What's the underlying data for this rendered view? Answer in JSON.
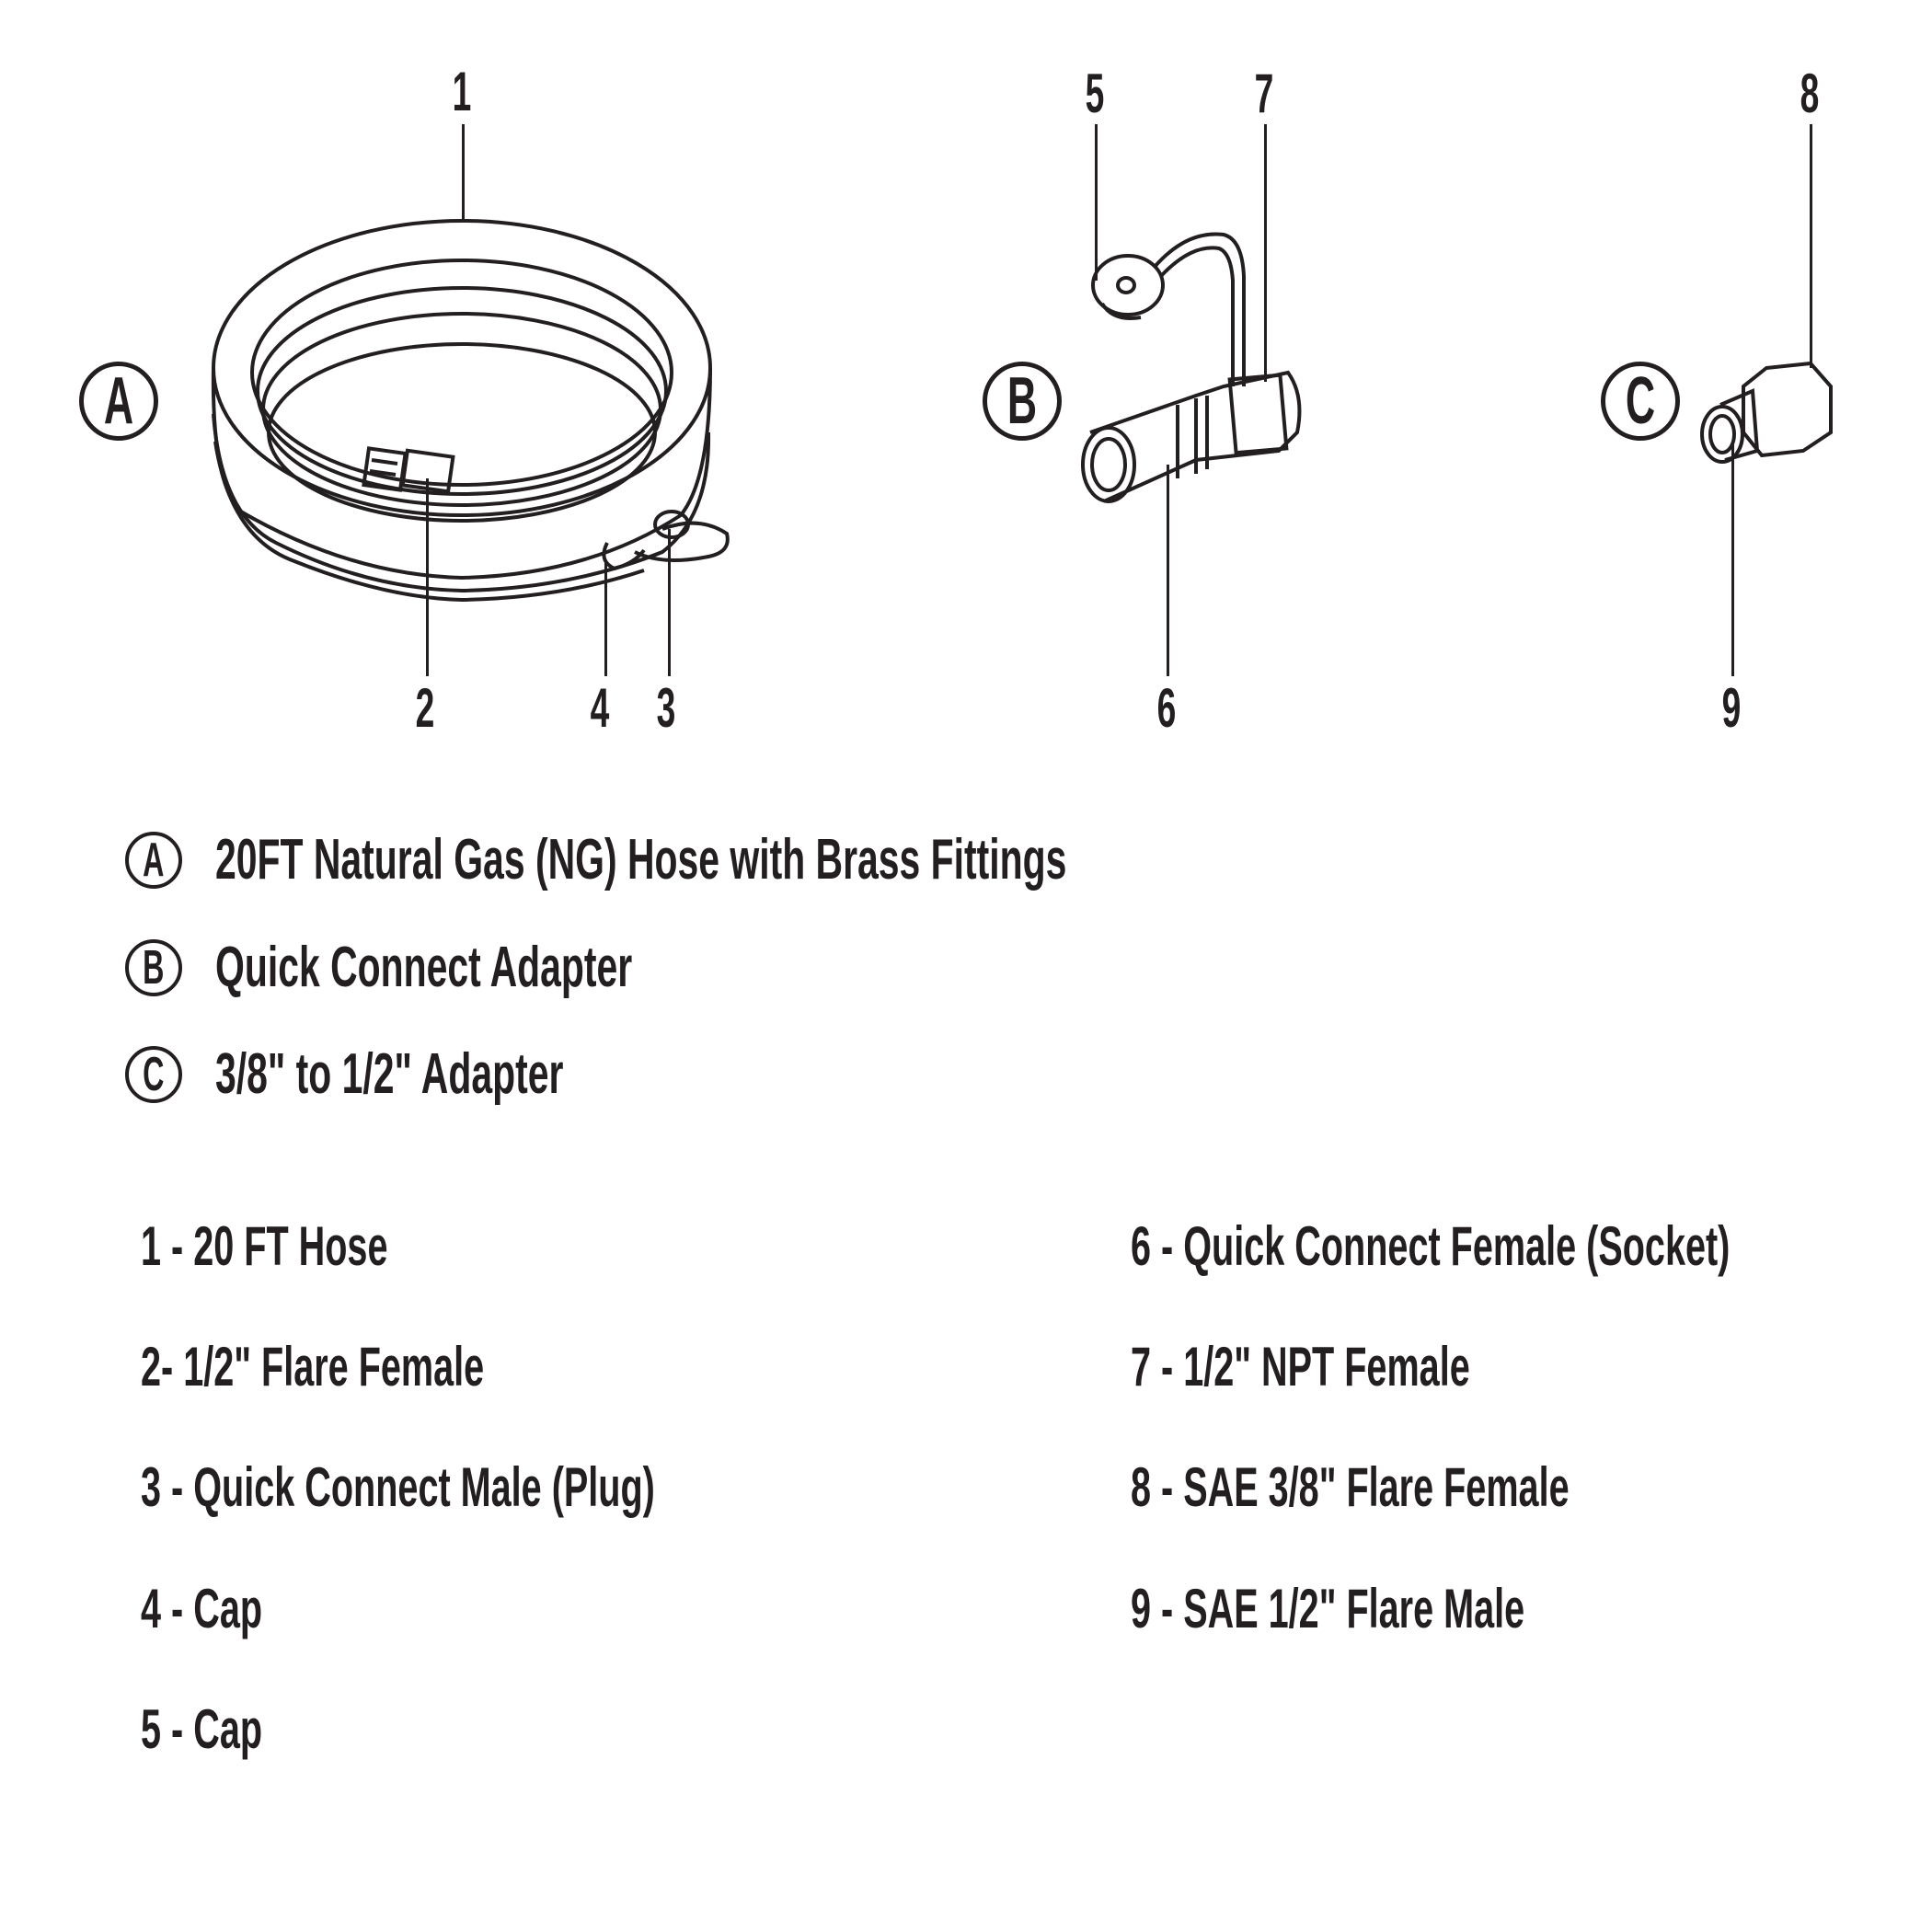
{
  "diagram": {
    "groups": [
      {
        "id": "A",
        "label": "A"
      },
      {
        "id": "B",
        "label": "B"
      },
      {
        "id": "C",
        "label": "C"
      }
    ],
    "callouts": {
      "n1": "1",
      "n2": "2",
      "n3": "3",
      "n4": "4",
      "n5": "5",
      "n6": "6",
      "n7": "7",
      "n8": "8",
      "n9": "9"
    }
  },
  "legend": [
    {
      "marker": "A",
      "text": "20FT Natural Gas (NG) Hose with Brass Fittings"
    },
    {
      "marker": "B",
      "text": "Quick Connect Adapter"
    },
    {
      "marker": "C",
      "text": "3/8\" to 1/2\" Adapter"
    }
  ],
  "parts": {
    "left": [
      {
        "text": "1 - 20 FT Hose"
      },
      {
        "text": "2- 1/2\" Flare Female"
      },
      {
        "text": "3 - Quick Connect Male (Plug)"
      },
      {
        "text": "4 - Cap"
      },
      {
        "text": "5 - Cap"
      }
    ],
    "right": [
      {
        "text": "6 - Quick Connect Female (Socket)"
      },
      {
        "text": "7 - 1/2\" NPT Female"
      },
      {
        "text": "8 - SAE 3/8\" Flare Female"
      },
      {
        "text": "9 - SAE 1/2\" Flare Male"
      }
    ]
  },
  "colors": {
    "ink": "#231f20",
    "background": "#ffffff"
  }
}
